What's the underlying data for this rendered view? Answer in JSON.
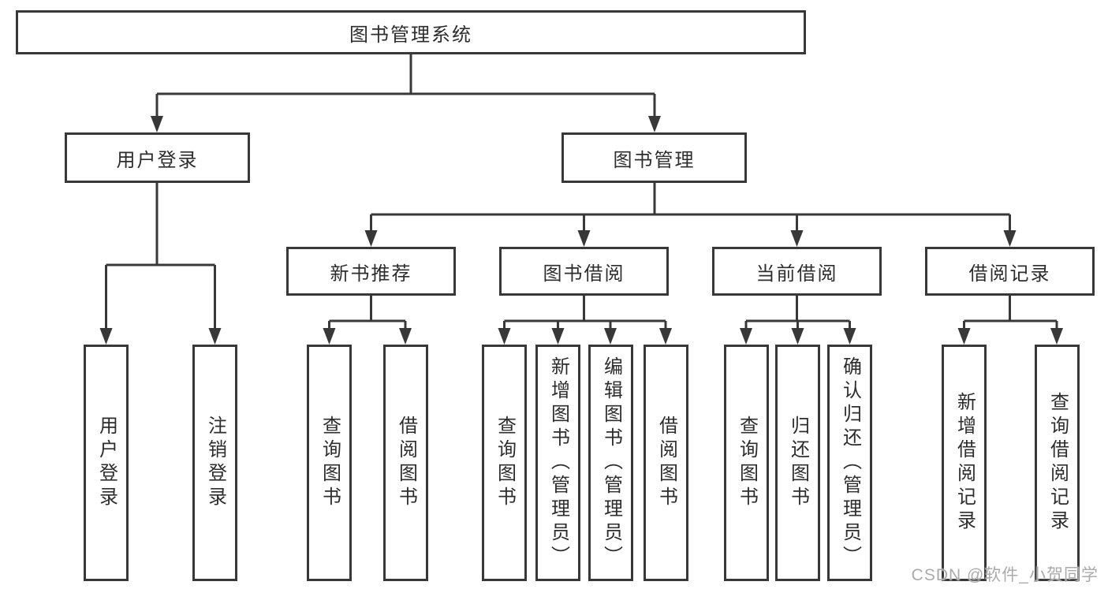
{
  "diagram": {
    "root": "图书管理系统",
    "children": [
      {
        "label": "用户登录",
        "leaves": [
          "用户登录",
          "注销登录"
        ]
      },
      {
        "label": "图书管理",
        "children": [
          {
            "label": "新书推荐",
            "leaves": [
              "查询图书",
              "借阅图书"
            ]
          },
          {
            "label": "图书借阅",
            "leaves": [
              "查询图书",
              "新增图书（管理员）",
              "编辑图书（管理员）",
              "借阅图书"
            ]
          },
          {
            "label": "当前借阅",
            "leaves": [
              "查询图书",
              "归还图书",
              "确认归还（管理员）"
            ]
          },
          {
            "label": "借阅记录",
            "leaves": [
              "新增借阅记录",
              "查询借阅记录"
            ]
          }
        ]
      }
    ]
  },
  "colors": {
    "line": "#383838",
    "text": "#2d2d2d",
    "watermark": "#ababab",
    "background": "#ffffff"
  },
  "watermark": "CSDN @软件_小贺同学"
}
